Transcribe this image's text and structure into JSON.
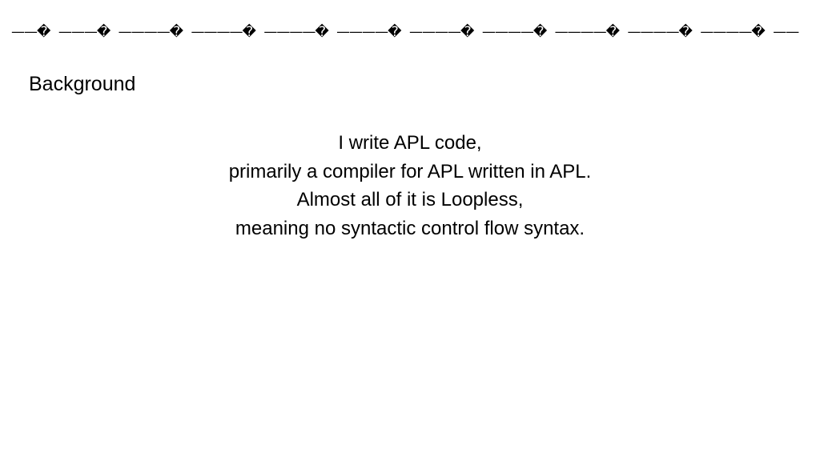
{
  "header": {
    "dash_marks": "——� ———� ————� ————� ————� ————� ————� ————� ————� ————� ————� ——"
  },
  "slide": {
    "title": "Background",
    "lines": [
      "I write APL code,",
      "primarily a compiler for APL written in APL.",
      "Almost all of it is Loopless,",
      "meaning no syntactic control flow syntax."
    ]
  }
}
